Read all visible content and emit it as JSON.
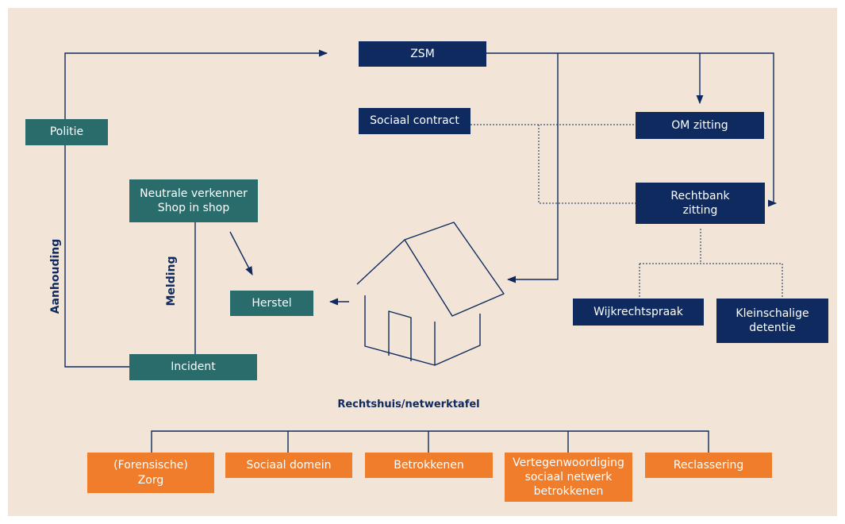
{
  "colors": {
    "navy": "#0e2a5e",
    "teal": "#2a6b6b",
    "orange": "#ef7d2b",
    "background": "#f2e5d8",
    "icon_note": "house-outline-icon"
  },
  "nodes": {
    "zsm": "ZSM",
    "politie": "Politie",
    "sociaal_contract": "Sociaal contract",
    "om_zitting": "OM zitting",
    "neutrale_verkenner_line1": "Neutrale verkenner",
    "neutrale_verkenner_line2": "Shop in shop",
    "rechtbank_line1": "Rechtbank",
    "rechtbank_line2": "zitting",
    "herstel": "Herstel",
    "wijkrechtspraak": "Wijkrechtspraak",
    "kleinschalige_line1": "Kleinschalige",
    "kleinschalige_line2": "detentie",
    "incident": "Incident"
  },
  "edge_labels": {
    "aanhouding": "Aanhouding",
    "melding": "Melding"
  },
  "house_caption": "Rechtshuis/netwerktafel",
  "network": [
    {
      "line1": "(Forensische)",
      "line2": "Zorg",
      "line3": ""
    },
    {
      "line1": "Sociaal domein",
      "line2": "",
      "line3": ""
    },
    {
      "line1": "Betrokkenen",
      "line2": "",
      "line3": ""
    },
    {
      "line1": "Vertegenwoordiging",
      "line2": "sociaal netwerk",
      "line3": "betrokkenen"
    },
    {
      "line1": "Reclassering",
      "line2": "",
      "line3": ""
    }
  ]
}
